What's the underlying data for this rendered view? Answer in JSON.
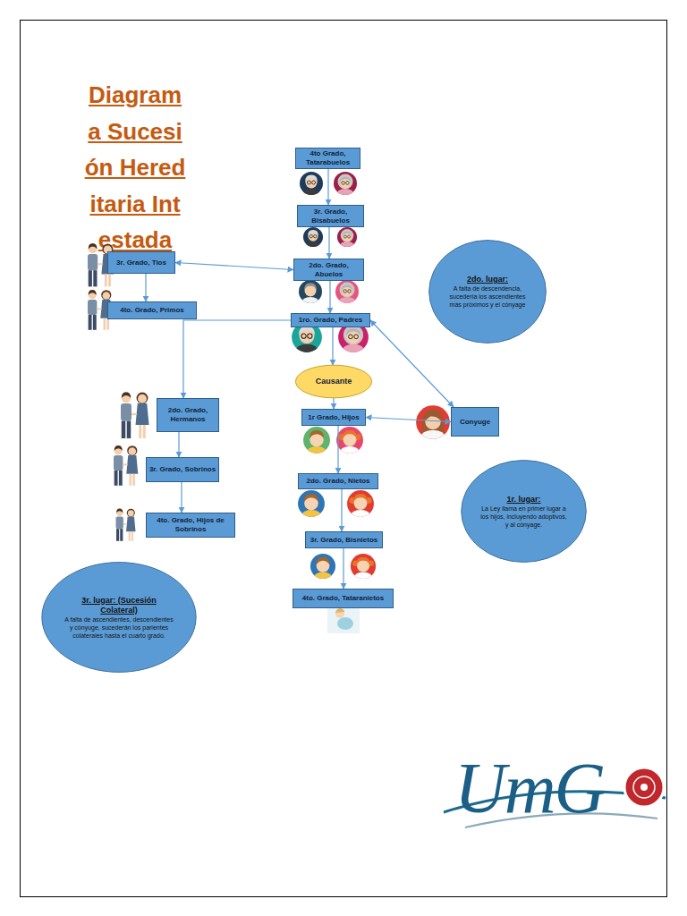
{
  "diagram": {
    "title": "Diagrama Sucesión Hereditaria Intestada",
    "nodes": [
      {
        "text": [
          "4to Grado, Tatarabuelos"
        ]
      },
      {
        "text": [
          "3r. Grado, Bisabuelos"
        ]
      },
      {
        "text": [
          "3r. Grado, Tios"
        ]
      },
      {
        "text": [
          "2do. Grado, Abuelos"
        ]
      },
      {
        "text": [
          "2do. lugar:",
          "A falta de descendencia, sucedería los ascendientes más próximos y el cónyage"
        ]
      },
      {
        "text": [
          "4to. Grado, Primos"
        ]
      },
      {
        "text": [
          "1ro. Grado, Padres"
        ]
      },
      {
        "text": [
          "Causante"
        ]
      },
      {
        "text": [
          "2do. Grado, Hermanos"
        ]
      },
      {
        "text": [
          "1r Grado, Hijos"
        ]
      },
      {
        "text": [
          "Conyuge"
        ]
      },
      {
        "text": [
          "3r. Grado, Sobrinos"
        ]
      },
      {
        "text": [
          "2do. Grado, Nietos"
        ]
      },
      {
        "text": [
          "1r. lugar:",
          "La Ley llama en primer lugar a los hijos, incluyendo adoptivos, y al cónyage."
        ]
      },
      {
        "text": [
          "4to. Grado, Hijos de Sobrinos"
        ]
      },
      {
        "text": [
          "3r. Grado, Bisnietos"
        ]
      },
      {
        "text": [
          "3r. lugar: (Sucesión Colateral)",
          "A falta de ascendientes, descendientes y cónyuge, sucederán los parientes colaterales hasta el cuarto grado."
        ]
      },
      {
        "text": [
          "4to. Grado, Tataranietos"
        ]
      }
    ],
    "edges": [
      {
        "from": 0,
        "to": 1,
        "arrow": "to"
      },
      {
        "from": 1,
        "to": 3,
        "arrow": "to"
      },
      {
        "from": 3,
        "to": 6,
        "arrow": "to"
      },
      {
        "from": 6,
        "to": 7,
        "arrow": "to"
      },
      {
        "from": 7,
        "to": 9,
        "arrow": "to"
      },
      {
        "from": 9,
        "to": 12,
        "arrow": "to"
      },
      {
        "from": 12,
        "to": 15,
        "arrow": "to"
      },
      {
        "from": 15,
        "to": 17,
        "arrow": "to"
      },
      {
        "from": 2,
        "to": 3,
        "arrow": "both"
      },
      {
        "from": 2,
        "to": 5,
        "arrow": "to"
      },
      {
        "from": 6,
        "to": 8,
        "arrow": "to"
      },
      {
        "from": 8,
        "to": 11,
        "arrow": "to"
      },
      {
        "from": 11,
        "to": 14,
        "arrow": "to"
      },
      {
        "from": 9,
        "to": 10,
        "arrow": "both"
      },
      {
        "from": 6,
        "to": 10,
        "arrow": "both"
      }
    ],
    "labels": [
      "UmG"
    ]
  }
}
